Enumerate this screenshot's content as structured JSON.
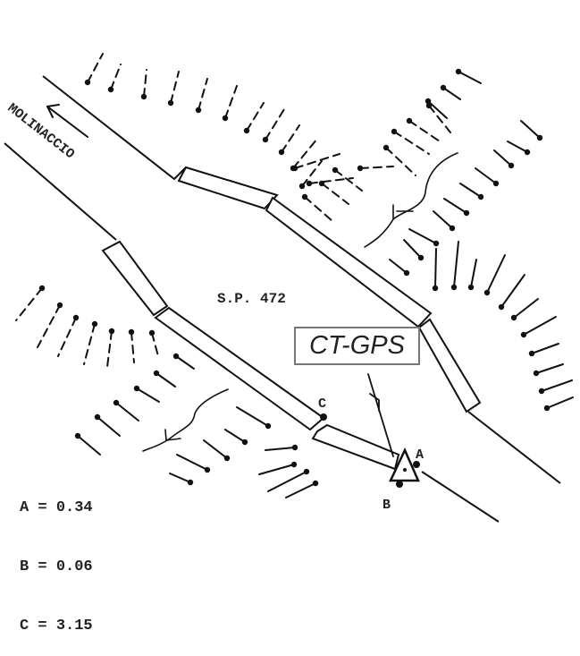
{
  "map": {
    "title": "CT-GPS",
    "road_label": "S.P. 472",
    "direction_label": "MOLINACCIO",
    "direction_arrow": "arrow-left-up",
    "points": [
      {
        "id": "A",
        "label": "A",
        "value": "0.34"
      },
      {
        "id": "B",
        "label": "B",
        "value": "0.06"
      },
      {
        "id": "C",
        "label": "C",
        "value": "3.15"
      }
    ],
    "legend": [
      {
        "key": "A",
        "sep": "=",
        "value": "0.34"
      },
      {
        "key": "B",
        "sep": "=",
        "value": "0.06"
      },
      {
        "key": "C",
        "sep": "=",
        "value": "3.15"
      }
    ],
    "marker_icon": "triangle-survey-marker",
    "colors": {
      "ink": "#111111",
      "box_border": "#777777",
      "background": "#ffffff"
    }
  }
}
